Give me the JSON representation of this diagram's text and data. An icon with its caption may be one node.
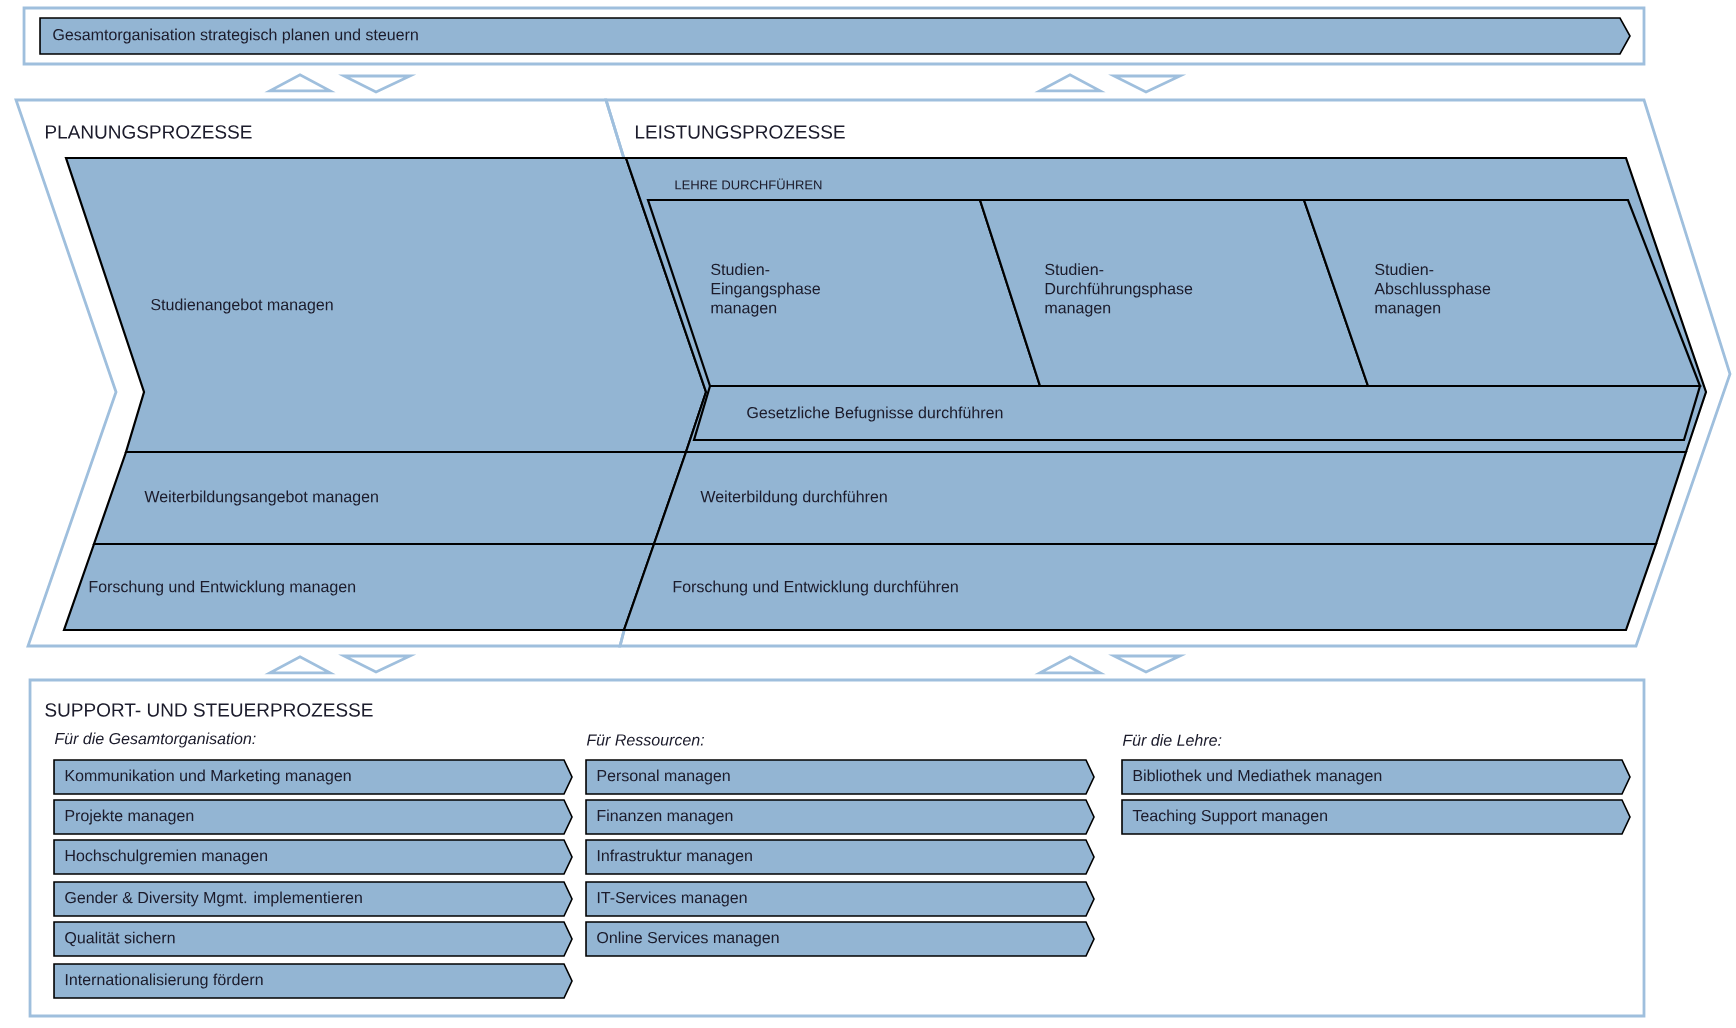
{
  "diagram": {
    "nodes": [
      {
        "text": [],
        "shape": "box"
      },
      {
        "text": [
          "Gesamtorganisation strategisch planen und steuern"
        ],
        "in": 0
      },
      {
        "text": [
          "PLANUNGSPROZESSE"
        ]
      },
      {
        "text": [
          "LEISTUNGSPROZESSE"
        ]
      },
      {
        "text": [
          "Studienangebot managen"
        ],
        "in": 2
      },
      {
        "text": [
          "Weiterbildungsangebot managen"
        ],
        "in": 2
      },
      {
        "text": [
          "Forschung und Entwicklung managen"
        ],
        "in": 2
      },
      {
        "text": [
          "LEHRE DURCHFÜHREN"
        ],
        "in": 3
      },
      {
        "text": [
          "Studien- Eingangsphase managen"
        ],
        "in": 7
      },
      {
        "text": [
          "Studien- Durchführungsphase managen"
        ],
        "in": 7
      },
      {
        "text": [
          "Studien- Abschlussphase managen"
        ],
        "in": 7
      },
      {
        "text": [
          "Gesetzliche Befugnisse durchführen"
        ],
        "in": 7
      },
      {
        "text": [
          "Weiterbildung durchführen"
        ],
        "in": 3
      },
      {
        "text": [
          "Forschung und Entwicklung durchführen"
        ],
        "in": 3
      },
      {
        "text": [
          "SUPPORT- UND STEUERPROZESSE",
          "Für die Gesamtorganisation:",
          "Für Ressourcen:",
          "Für die Lehre:"
        ]
      },
      {
        "text": [
          "Kommunikation und Marketing managen"
        ],
        "in": 14
      },
      {
        "text": [
          "Projekte managen"
        ],
        "in": 14
      },
      {
        "text": [
          "Hochschulgremien managen"
        ],
        "in": 14
      },
      {
        "text": [
          "Gender & Diversity Mgmt. implementieren"
        ],
        "in": 14
      },
      {
        "text": [
          "Qualität sichern"
        ],
        "in": 14
      },
      {
        "text": [
          "Internationalisierung fördern"
        ],
        "in": 14
      },
      {
        "text": [
          "Personal managen"
        ],
        "in": 14
      },
      {
        "text": [
          "Finanzen managen"
        ],
        "in": 14
      },
      {
        "text": [
          "Infrastruktur managen"
        ],
        "in": 14
      },
      {
        "text": [
          "IT-Services managen"
        ],
        "in": 14
      },
      {
        "text": [
          "Online Services managen"
        ],
        "in": 14
      },
      {
        "text": [
          "Bibliothek und Mediathek managen"
        ],
        "in": 14
      },
      {
        "text": [
          "Teaching Support managen"
        ],
        "in": 14
      }
    ],
    "edges": [
      {
        "from": 0,
        "to": 2,
        "arrow": "both"
      },
      {
        "from": 0,
        "to": 3,
        "arrow": "both"
      },
      {
        "from": 2,
        "to": 14,
        "arrow": "both"
      },
      {
        "from": 3,
        "to": 14,
        "arrow": "both"
      }
    ]
  }
}
